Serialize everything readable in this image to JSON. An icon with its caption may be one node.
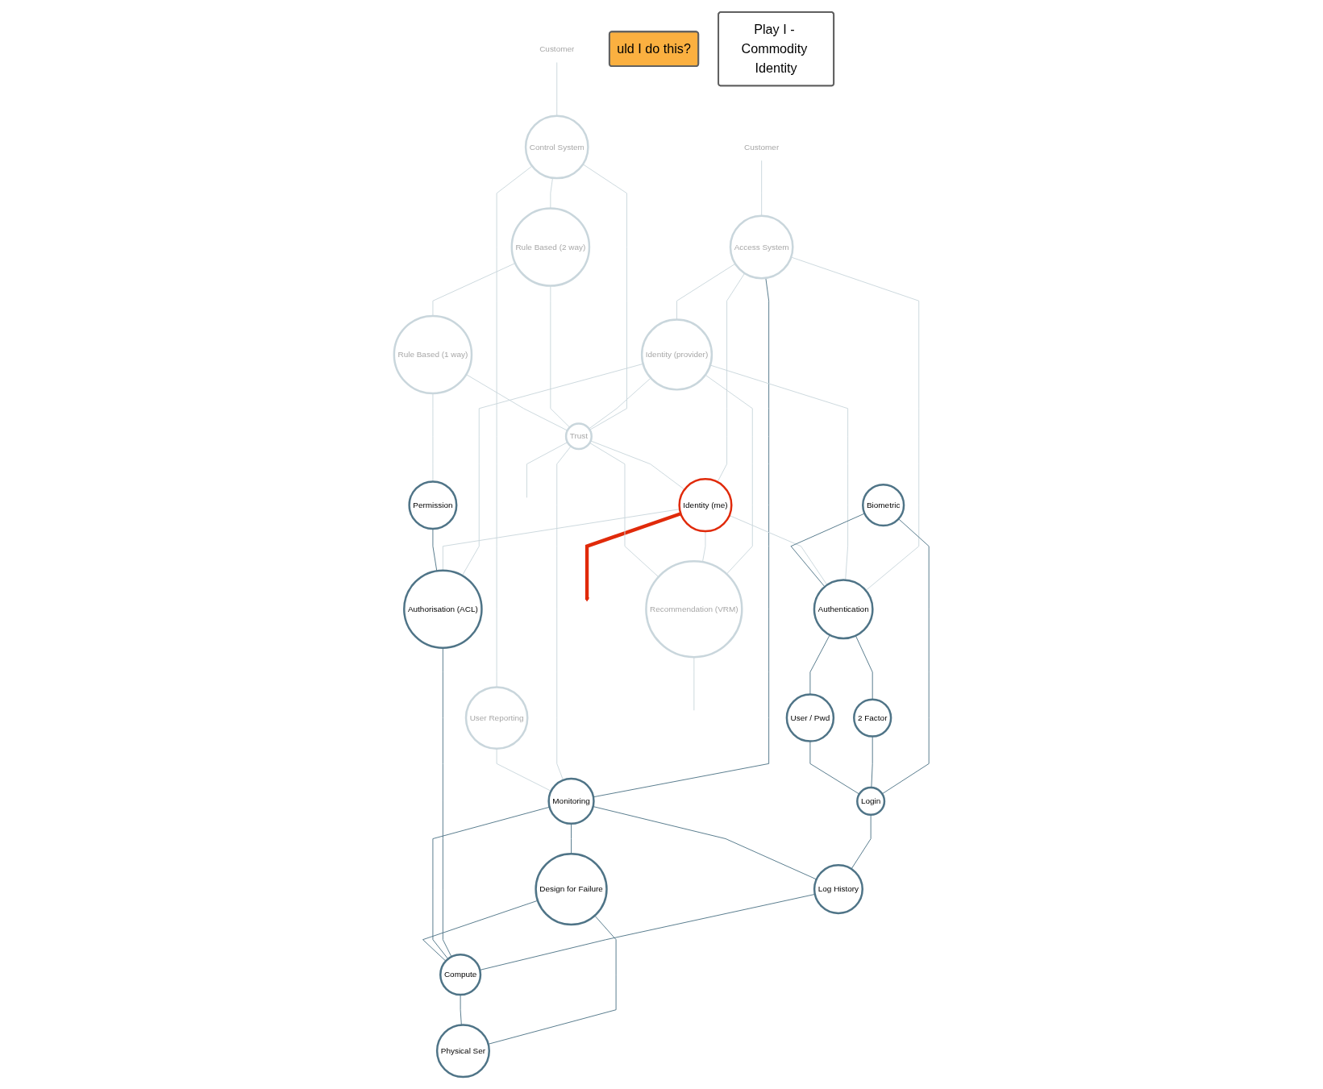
{
  "diagram": {
    "nodes": [
      {
        "text": [
          "Customer"
        ]
      },
      {
        "text": [
          "Control System"
        ]
      },
      {
        "text": [
          "Customer"
        ]
      },
      {
        "text": [
          "Access System"
        ]
      },
      {
        "text": [
          "Identity (provider)"
        ]
      },
      {
        "text": [
          "Rule Based (2 way)"
        ]
      },
      {
        "text": [
          "Rule Based (1 way)"
        ]
      },
      {
        "text": [
          "Trust"
        ]
      },
      {
        "text": [
          "Identity (me)"
        ]
      },
      {
        "text": [
          "User Reporting"
        ]
      },
      {
        "text": [
          "Recommendation (VRM)"
        ]
      },
      {
        "text": [
          "Biometric"
        ]
      },
      {
        "text": [
          "Authentication"
        ]
      },
      {
        "text": [
          "2 Factor"
        ]
      },
      {
        "text": [
          "User / Pwd"
        ]
      },
      {
        "text": [
          "Login"
        ]
      },
      {
        "text": [
          "Permission"
        ]
      },
      {
        "text": [
          "Authorisation (ACL)"
        ]
      },
      {
        "text": [
          "Monitoring"
        ]
      },
      {
        "text": [
          "Log History"
        ]
      },
      {
        "text": [
          "Compute"
        ]
      },
      {
        "text": [
          "Design for Failure"
        ]
      },
      {
        "text": [
          "Physical Ser"
        ]
      },
      {
        "text": [
          "uld I do this?"
        ]
      },
      {
        "text": [
          "Play I - Commodity Identity"
        ]
      }
    ],
    "edges": [
      {
        "from": 0,
        "to": 1,
        "arrow": "none"
      },
      {
        "from": 2,
        "to": 3,
        "arrow": "none"
      },
      {
        "from": 1,
        "to": 5,
        "arrow": "none"
      },
      {
        "from": 1,
        "to": 7,
        "arrow": "none"
      },
      {
        "from": 1,
        "to": 9,
        "arrow": "none"
      },
      {
        "from": 3,
        "to": 4,
        "arrow": "none"
      },
      {
        "from": 3,
        "to": 8,
        "arrow": "none"
      },
      {
        "from": 3,
        "to": 12,
        "arrow": "none"
      },
      {
        "from": 3,
        "to": 18,
        "arrow": "none",
        "color": "#4f7487"
      },
      {
        "from": 4,
        "to": 12,
        "arrow": "none"
      },
      {
        "from": 4,
        "to": 7,
        "arrow": "none"
      },
      {
        "from": 4,
        "to": 10,
        "arrow": "none"
      },
      {
        "from": 4,
        "to": 17,
        "arrow": "none"
      },
      {
        "from": 5,
        "to": 6,
        "arrow": "none"
      },
      {
        "from": 5,
        "to": 7,
        "arrow": "none"
      },
      {
        "from": 6,
        "to": 7,
        "arrow": "none"
      },
      {
        "from": 6,
        "to": 16,
        "arrow": "none"
      },
      {
        "from": 8,
        "to": null,
        "arrow": "to",
        "style": "thick",
        "color": "#e02a0a"
      },
      {
        "from": 8,
        "to": 12,
        "arrow": "none"
      },
      {
        "from": 8,
        "to": 10,
        "arrow": "none"
      },
      {
        "from": 8,
        "to": 17,
        "arrow": "none"
      },
      {
        "from": 7,
        "to": 8,
        "arrow": "none"
      },
      {
        "from": 7,
        "to": 18,
        "arrow": "none"
      },
      {
        "from": 7,
        "to": 10,
        "arrow": "none"
      },
      {
        "from": 7,
        "to": null,
        "arrow": "none"
      },
      {
        "from": 10,
        "to": null,
        "arrow": "none"
      },
      {
        "from": 9,
        "to": 18,
        "arrow": "none"
      },
      {
        "from": 11,
        "to": 12,
        "arrow": "none",
        "color": "#4f7487"
      },
      {
        "from": 11,
        "to": 15,
        "arrow": "none",
        "color": "#4f7487"
      },
      {
        "from": 12,
        "to": 13,
        "arrow": "none",
        "color": "#4f7487"
      },
      {
        "from": 12,
        "to": 14,
        "arrow": "none",
        "color": "#4f7487"
      },
      {
        "from": 13,
        "to": 15,
        "arrow": "none",
        "color": "#4f7487"
      },
      {
        "from": 14,
        "to": 15,
        "arrow": "none",
        "color": "#4f7487"
      },
      {
        "from": 15,
        "to": 19,
        "arrow": "none",
        "color": "#4f7487"
      },
      {
        "from": 19,
        "to": 20,
        "arrow": "none",
        "color": "#4f7487"
      },
      {
        "from": 16,
        "to": 17,
        "arrow": "none",
        "color": "#4f7487"
      },
      {
        "from": 17,
        "to": 20,
        "arrow": "none",
        "color": "#4f7487"
      },
      {
        "from": 18,
        "to": 19,
        "arrow": "none",
        "color": "#4f7487"
      },
      {
        "from": 18,
        "to": 20,
        "arrow": "none",
        "color": "#4f7487"
      },
      {
        "from": 18,
        "to": 21,
        "arrow": "none",
        "color": "#4f7487"
      },
      {
        "from": 21,
        "to": 20,
        "arrow": "none",
        "color": "#4f7487"
      },
      {
        "from": 21,
        "to": 22,
        "arrow": "none",
        "color": "#4f7487"
      },
      {
        "from": 20,
        "to": 22,
        "arrow": "none",
        "color": "#4f7487"
      }
    ]
  }
}
